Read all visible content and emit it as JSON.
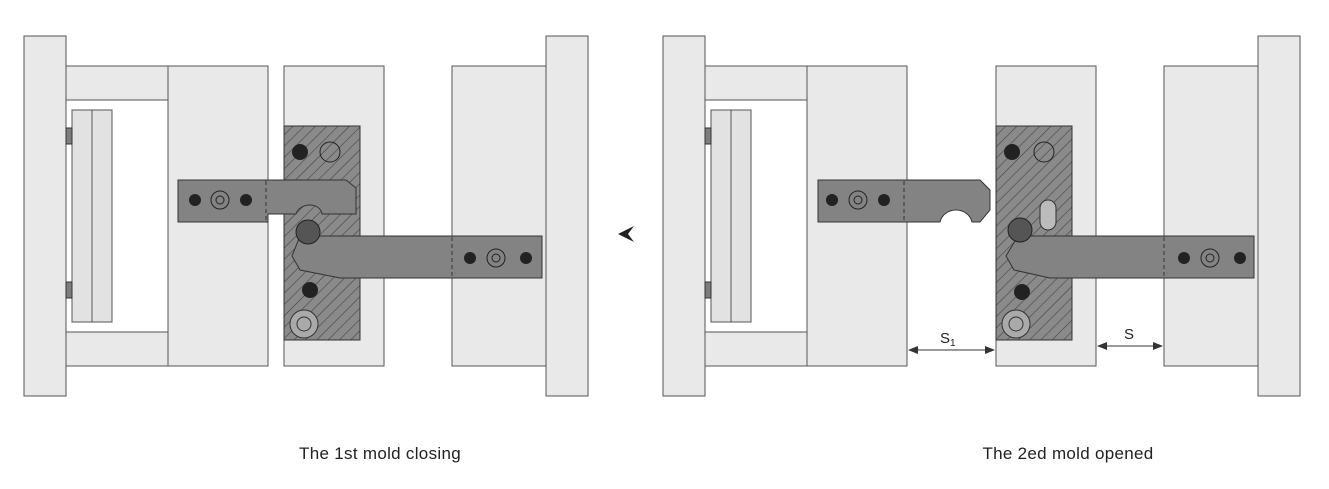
{
  "captions": {
    "left": "The 1st mold closing",
    "right": "The 2ed mold opened"
  },
  "dimensions": {
    "s1_main": "S",
    "s1_sub": "1",
    "s": "S"
  },
  "indicator": {
    "arrow_icon": "chevron-left-icon"
  }
}
